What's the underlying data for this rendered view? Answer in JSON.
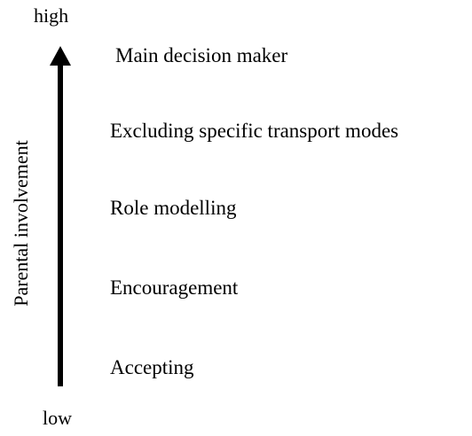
{
  "diagram": {
    "axis": {
      "label": "Parental involvement",
      "high_label": "high",
      "low_label": "low",
      "arrow_color": "#000000"
    },
    "levels": [
      {
        "label": "Accepting"
      },
      {
        "label": "Encouragement"
      },
      {
        "label": "Role modelling"
      },
      {
        "label": "Excluding specific transport modes"
      },
      {
        "label": "Main decision maker"
      }
    ]
  }
}
